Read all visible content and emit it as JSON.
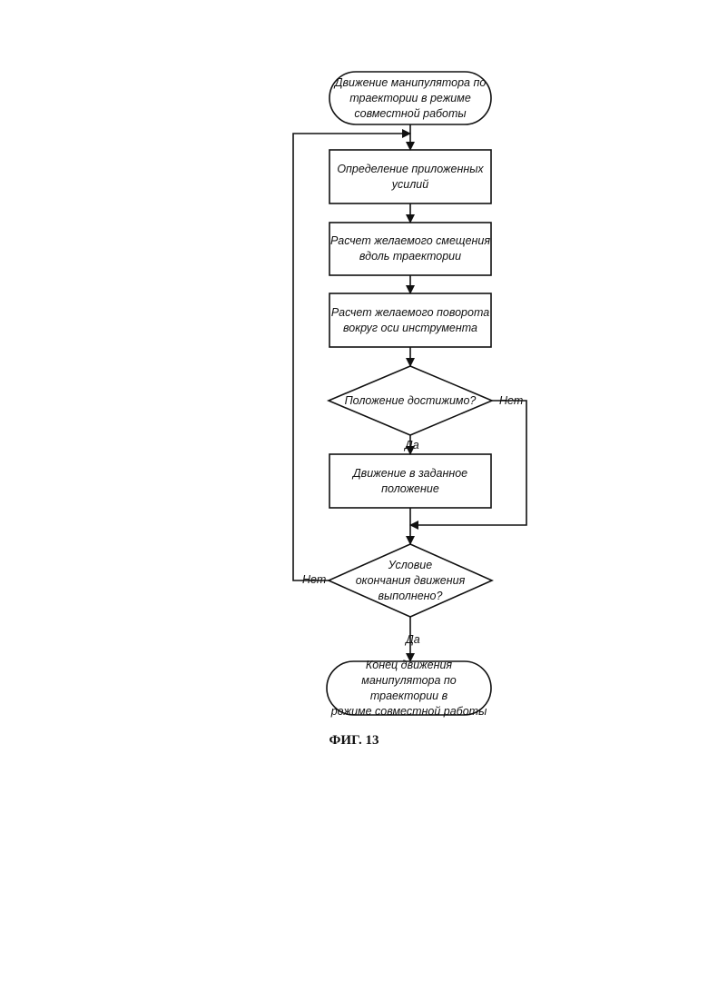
{
  "nodes": {
    "start": "Движение манипулятора по\nтраектории в режиме\nсовместной работы",
    "step_forces": "Определение приложенных\nусилий",
    "step_offset": "Расчет желаемого смещения\nвдоль траектории",
    "step_rotation": "Расчет желаемого поворота\nвокруг оси инструмента",
    "decision_reachable": "Положение достижимо?",
    "step_move": "Движение в заданное\nположение",
    "decision_end": "Условие\nокончания движения\nвыполнено?",
    "end": "Конец движения\nманипулятора по траектории в\nрежиме совместной работы"
  },
  "edges": {
    "reachable_no": "Нет",
    "reachable_yes": "Да",
    "end_no": "Нет",
    "end_yes": "Да"
  },
  "caption": "ФИГ. 13"
}
